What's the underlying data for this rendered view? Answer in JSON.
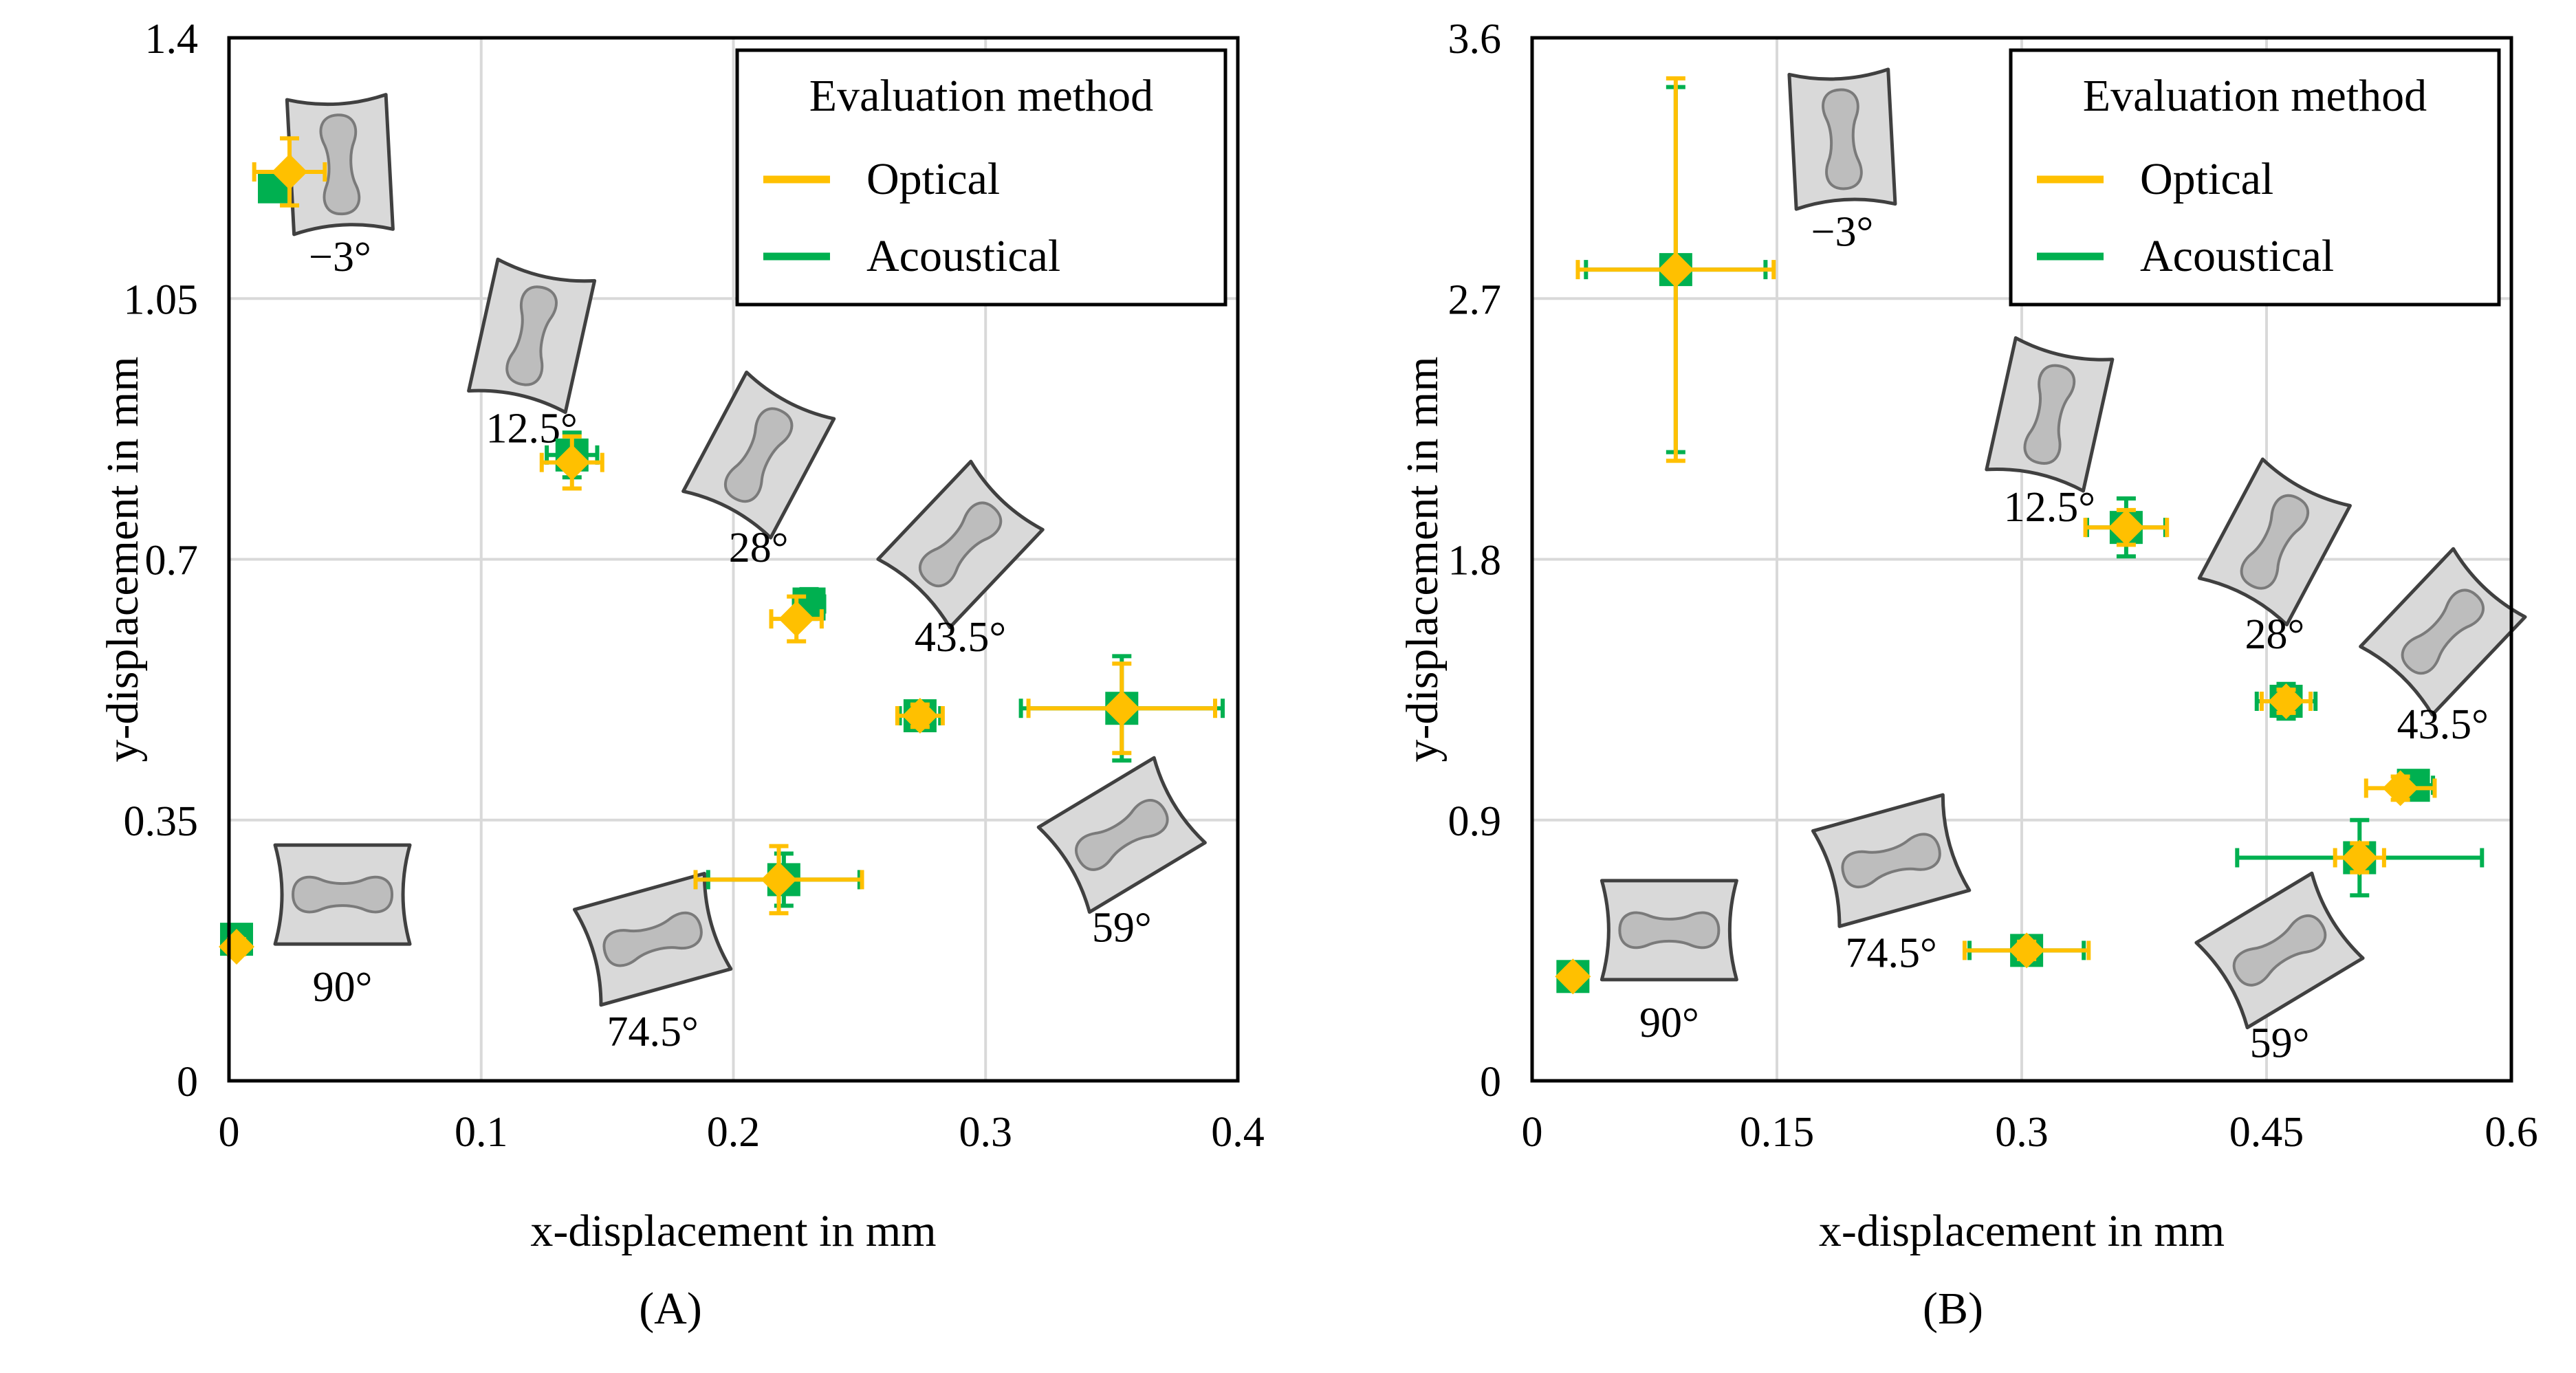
{
  "colors": {
    "optical": "#FFC000",
    "acoustical": "#00B050",
    "grid": "#D9D9D9",
    "axis": "#000000",
    "specimen_fill": "#D9D9D9",
    "specimen_stroke": "#404040"
  },
  "legend": {
    "title": "Evaluation method",
    "optical_label": "Optical",
    "acoustical_label": "Acoustical"
  },
  "chart_data": [
    {
      "type": "scatter",
      "panel_label": "(A)",
      "xlabel": "x-displacement in mm",
      "ylabel": "y-displacement in mm",
      "xlim": [
        0,
        0.4
      ],
      "ylim": [
        0,
        1.4
      ],
      "xticks": [
        0,
        0.1,
        0.2,
        0.3,
        0.4
      ],
      "xtick_labels": [
        "0",
        "0.1",
        "0.2",
        "0.3",
        "0.4"
      ],
      "yticks": [
        0,
        0.35,
        0.7,
        1.05,
        1.4
      ],
      "ytick_labels": [
        "0",
        "0.35",
        "0.7",
        "1.05",
        "1.4"
      ],
      "grid": true,
      "legend_position": "top-right",
      "series": [
        {
          "name": "Acoustical",
          "marker": "square",
          "points": [
            {
              "x": 0.018,
              "y": 1.2,
              "xerr": 0.004,
              "yerr": 0.01
            },
            {
              "x": 0.136,
              "y": 0.84,
              "xerr": 0.01,
              "yerr": 0.03
            },
            {
              "x": 0.23,
              "y": 0.64,
              "xerr": 0.006,
              "yerr": 0.02
            },
            {
              "x": 0.274,
              "y": 0.49,
              "xerr": 0.008,
              "yerr": 0.01
            },
            {
              "x": 0.354,
              "y": 0.5,
              "xerr": 0.04,
              "yerr": 0.07
            },
            {
              "x": 0.22,
              "y": 0.27,
              "xerr": 0.03,
              "yerr": 0.035
            },
            {
              "x": 0.003,
              "y": 0.19,
              "xerr": 0.003,
              "yerr": 0.01
            }
          ]
        },
        {
          "name": "Optical",
          "marker": "diamond",
          "points": [
            {
              "x": 0.024,
              "y": 1.22,
              "xerr": 0.014,
              "yerr": 0.045
            },
            {
              "x": 0.136,
              "y": 0.83,
              "xerr": 0.012,
              "yerr": 0.035
            },
            {
              "x": 0.225,
              "y": 0.62,
              "xerr": 0.01,
              "yerr": 0.03
            },
            {
              "x": 0.274,
              "y": 0.49,
              "xerr": 0.009,
              "yerr": 0.015
            },
            {
              "x": 0.354,
              "y": 0.5,
              "xerr": 0.037,
              "yerr": 0.06
            },
            {
              "x": 0.218,
              "y": 0.27,
              "xerr": 0.033,
              "yerr": 0.045
            },
            {
              "x": 0.003,
              "y": 0.18,
              "xerr": 0.003,
              "yerr": 0.01
            }
          ]
        }
      ],
      "annotations": [
        {
          "text": "−3°",
          "angle": -3,
          "x": 0.044,
          "y": 1.23
        },
        {
          "text": "12.5°",
          "angle": 12.5,
          "x": 0.12,
          "y": 1.0
        },
        {
          "text": "28°",
          "angle": 28,
          "x": 0.21,
          "y": 0.84
        },
        {
          "text": "43.5°",
          "angle": 43.5,
          "x": 0.29,
          "y": 0.72
        },
        {
          "text": "59°",
          "angle": 59,
          "x": 0.354,
          "y": 0.33
        },
        {
          "text": "74.5°",
          "angle": 74.5,
          "x": 0.168,
          "y": 0.19
        },
        {
          "text": "90°",
          "angle": 90,
          "x": 0.045,
          "y": 0.25
        }
      ]
    },
    {
      "type": "scatter",
      "panel_label": "(B)",
      "xlabel": "x-displacement in mm",
      "ylabel": "y-displacement in mm",
      "xlim": [
        0,
        0.6
      ],
      "ylim": [
        0,
        3.6
      ],
      "xticks": [
        0,
        0.15,
        0.3,
        0.45,
        0.6
      ],
      "xtick_labels": [
        "0",
        "0.15",
        "0.3",
        "0.45",
        "0.6"
      ],
      "yticks": [
        0,
        0.9,
        1.8,
        2.7,
        3.6
      ],
      "ytick_labels": [
        "0",
        "0.9",
        "1.8",
        "2.7",
        "3.6"
      ],
      "grid": true,
      "legend_position": "top-right",
      "series": [
        {
          "name": "Acoustical",
          "marker": "square",
          "points": [
            {
              "x": 0.088,
              "y": 2.8,
              "xerr": 0.055,
              "yerr": 0.63
            },
            {
              "x": 0.364,
              "y": 1.91,
              "xerr": 0.024,
              "yerr": 0.1
            },
            {
              "x": 0.462,
              "y": 1.31,
              "xerr": 0.018,
              "yerr": 0.06
            },
            {
              "x": 0.54,
              "y": 1.02,
              "xerr": 0.012,
              "yerr": 0.04
            },
            {
              "x": 0.507,
              "y": 0.77,
              "xerr": 0.075,
              "yerr": 0.13
            },
            {
              "x": 0.303,
              "y": 0.45,
              "xerr": 0.035,
              "yerr": 0.03
            },
            {
              "x": 0.025,
              "y": 0.36,
              "xerr": 0.004,
              "yerr": 0.02
            }
          ]
        },
        {
          "name": "Optical",
          "marker": "diamond",
          "points": [
            {
              "x": 0.088,
              "y": 2.8,
              "xerr": 0.06,
              "yerr": 0.66
            },
            {
              "x": 0.364,
              "y": 1.91,
              "xerr": 0.025,
              "yerr": 0.06
            },
            {
              "x": 0.462,
              "y": 1.31,
              "xerr": 0.015,
              "yerr": 0.04
            },
            {
              "x": 0.532,
              "y": 1.01,
              "xerr": 0.021,
              "yerr": 0.04
            },
            {
              "x": 0.507,
              "y": 0.77,
              "xerr": 0.015,
              "yerr": 0.05
            },
            {
              "x": 0.303,
              "y": 0.45,
              "xerr": 0.038,
              "yerr": 0.03
            },
            {
              "x": 0.025,
              "y": 0.36,
              "xerr": 0.004,
              "yerr": 0.02
            }
          ]
        }
      ],
      "annotations": [
        {
          "text": "−3°",
          "angle": -3,
          "x": 0.19,
          "y": 3.25
        },
        {
          "text": "12.5°",
          "angle": 12.5,
          "x": 0.317,
          "y": 2.3
        },
        {
          "text": "28°",
          "angle": 28,
          "x": 0.455,
          "y": 1.86
        },
        {
          "text": "43.5°",
          "angle": 43.5,
          "x": 0.558,
          "y": 1.55
        },
        {
          "text": "59°",
          "angle": 59,
          "x": 0.458,
          "y": 0.45
        },
        {
          "text": "74.5°",
          "angle": 74.5,
          "x": 0.22,
          "y": 0.76
        },
        {
          "text": "90°",
          "angle": 90,
          "x": 0.084,
          "y": 0.52
        }
      ]
    }
  ]
}
